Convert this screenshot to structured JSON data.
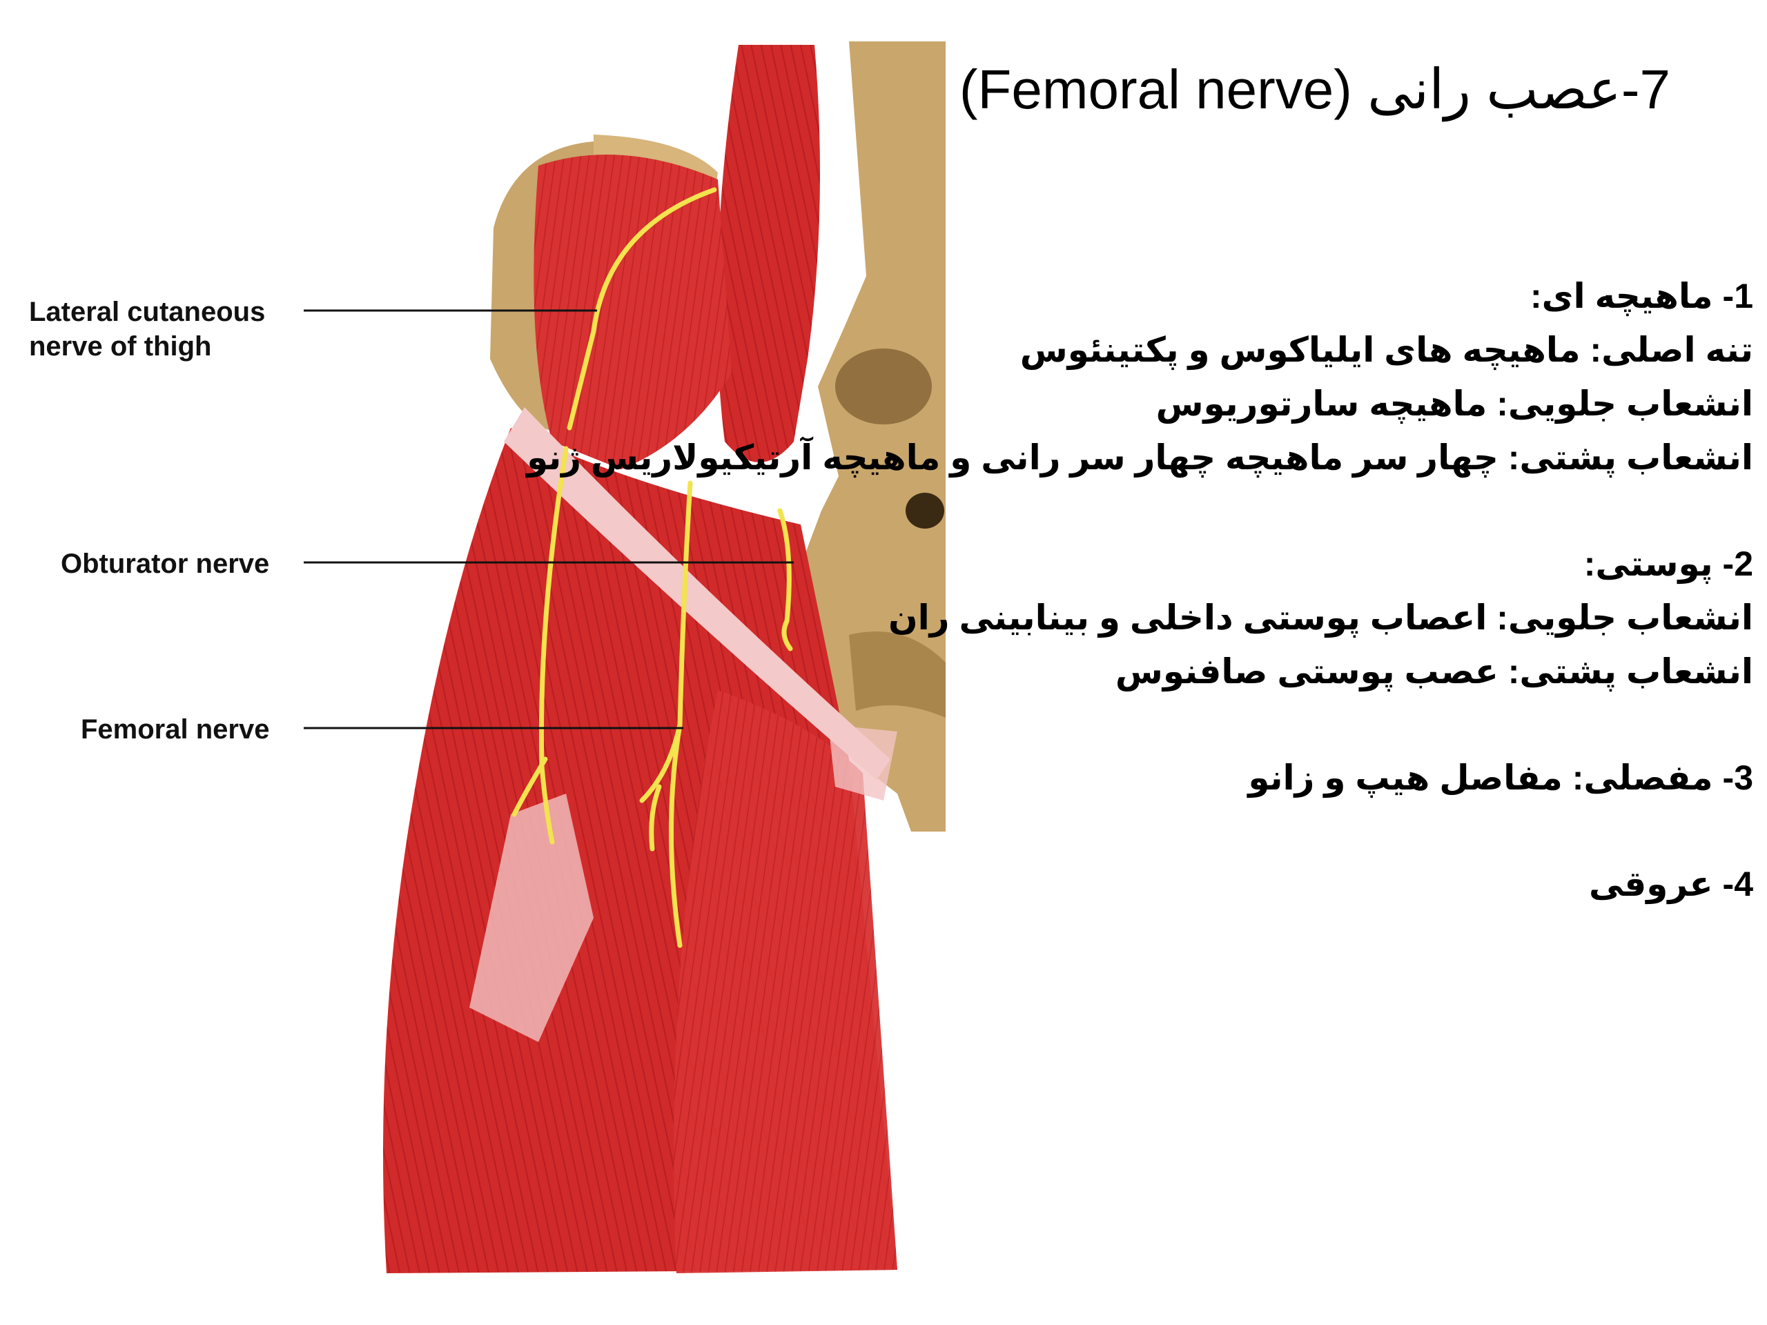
{
  "title": "7-عصب رانی (Femoral nerve)",
  "figure_labels": {
    "lateral_cutaneous_line1": "Lateral cutaneous",
    "lateral_cutaneous_line2": "nerve of thigh",
    "obturator": "Obturator nerve",
    "femoral": "Femoral nerve"
  },
  "sections": {
    "muscular": {
      "heading": "1- ماهیچه ای:",
      "main_trunk": "تنه اصلی: ماهیچه های ایلیاکوس و پکتینئوس",
      "anterior": "انشعاب جلویی: ماهیچه سارتوریوس",
      "posterior": "انشعاب پشتی: چهار سر ماهیچه چهار سر رانی و ماهیچه آرتیکیولاریس ژنو"
    },
    "cutaneous": {
      "heading": "2- پوستی:",
      "anterior": "انشعاب جلویی: اعصاب پوستی داخلی و بینابینی ران",
      "posterior": "انشعاب پشتی: عصب پوستی صافنوس"
    },
    "articular": {
      "heading": "3- مفصلی: مفاصل هیپ و زانو"
    },
    "vascular": {
      "heading": "4- عروقی"
    }
  }
}
